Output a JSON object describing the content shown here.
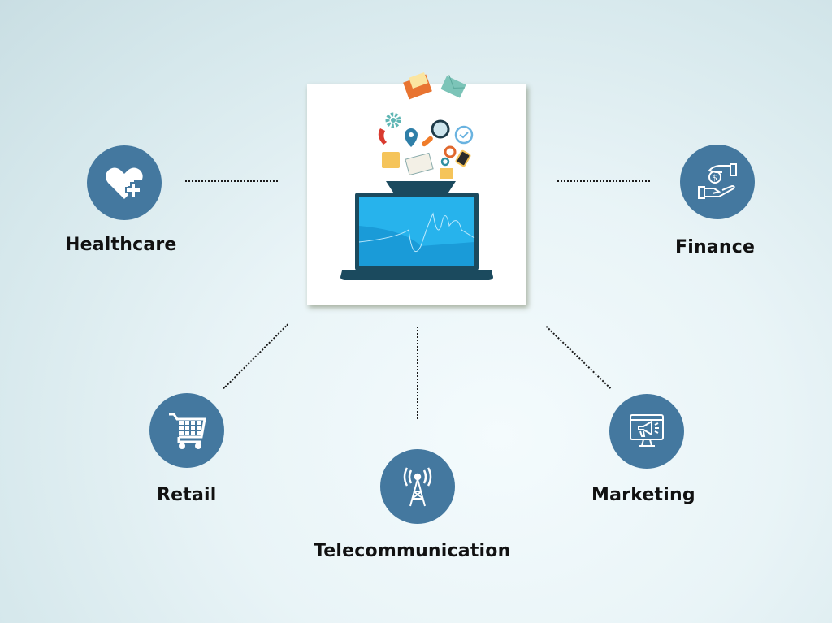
{
  "diagram": {
    "center": {
      "description": "Laptop with data funnel and floating app icons",
      "icons": [
        "envelope-open-icon",
        "envelope-icon",
        "gear-icon",
        "phone-icon",
        "location-pin-icon",
        "magnifier-icon",
        "clock-check-icon",
        "document-icon",
        "book-icon",
        "gear-small-icon",
        "mobile-icon",
        "mail-small-icon"
      ]
    },
    "nodes": [
      {
        "id": "healthcare",
        "label": "Healthcare",
        "icon": "heart-plus-icon"
      },
      {
        "id": "finance",
        "label": "Finance",
        "icon": "hand-coin-icon"
      },
      {
        "id": "retail",
        "label": "Retail",
        "icon": "shopping-cart-icon"
      },
      {
        "id": "telecommunication",
        "label": "Telecommunication",
        "icon": "signal-tower-icon"
      },
      {
        "id": "marketing",
        "label": "Marketing",
        "icon": "megaphone-monitor-icon"
      }
    ],
    "colors": {
      "node_fill": "#44789f",
      "label": "#111111",
      "screen": "#1eaee8",
      "laptop": "#1b4a5e"
    }
  }
}
